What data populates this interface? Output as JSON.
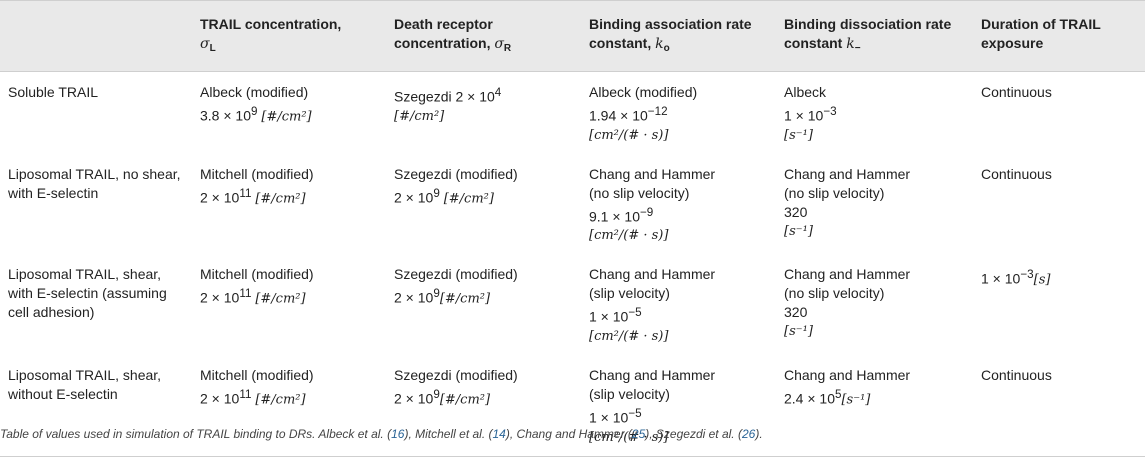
{
  "headers": [
    {
      "text": "",
      "sym": "",
      "sub": ""
    },
    {
      "text": "TRAIL concentration,",
      "sym": "σ",
      "sub": "L"
    },
    {
      "text": "Death receptor concentration,",
      "sym": "σ",
      "sub": "R"
    },
    {
      "text": "Binding association rate constant,",
      "sym": "k",
      "sub": "o"
    },
    {
      "text": "Binding dissociation rate constant",
      "sym": "k",
      "sub": "−"
    },
    {
      "text": "Duration of TRAIL exposure",
      "sym": "",
      "sub": ""
    }
  ],
  "rows": [
    {
      "label": "Soluble TRAIL",
      "sigma_l": {
        "source": "Albeck (modified)",
        "value": "3.8 × 10",
        "exp": "9",
        "unit": "[#/cm²]"
      },
      "sigma_r": {
        "source": "Szegezdi 2 × 10",
        "exp": "4",
        "unit": "[#/cm²]"
      },
      "k_on": {
        "source": "Albeck (modified)",
        "value": "1.94 × 10",
        "exp": "−12",
        "unit": "[cm²/(# · s)]"
      },
      "k_off": {
        "source": "Albeck",
        "value": "1 × 10",
        "exp": "−3",
        "unit": "[s⁻¹]"
      },
      "duration": "Continuous"
    },
    {
      "label": "Liposomal TRAIL, no shear, with E-selectin",
      "sigma_l": {
        "source": "Mitchell (modified)",
        "value": "2 × 10",
        "exp": "11",
        "unit": "[#/cm²]"
      },
      "sigma_r": {
        "source": "Szegezdi (modified)",
        "value": "2 × 10",
        "exp": "9",
        "unit": "[#/cm²]"
      },
      "k_on": {
        "source": "Chang and Hammer",
        "note": "(no slip velocity)",
        "value": "9.1 × 10",
        "exp": "−9",
        "unit": "[cm²/(# · s)]"
      },
      "k_off": {
        "source": "Chang and Hammer",
        "note": "(no slip velocity)",
        "value": "320",
        "unit": "[s⁻¹]"
      },
      "duration": "Continuous"
    },
    {
      "label": "Liposomal TRAIL, shear, with E-selectin (assuming cell adhesion)",
      "sigma_l": {
        "source": "Mitchell (modified)",
        "value": "2 × 10",
        "exp": "11",
        "unit": "[#/cm²]"
      },
      "sigma_r": {
        "source": "Szegezdi (modified)",
        "value": "2 × 10",
        "exp": "9",
        "unit": "[#/cm²]"
      },
      "k_on": {
        "source": "Chang and Hammer",
        "note": "(slip velocity)",
        "value": "1 × 10",
        "exp": "−5",
        "unit": "[cm²/(# · s)]"
      },
      "k_off": {
        "source": "Chang and Hammer",
        "note": "(no slip velocity)",
        "value": "320",
        "unit": "[s⁻¹]"
      },
      "duration": {
        "value": "1 × 10",
        "exp": "−3",
        "unit": "[s]"
      }
    },
    {
      "label": "Liposomal TRAIL, shear, without E-selectin",
      "sigma_l": {
        "source": "Mitchell (modified)",
        "value": "2 × 10",
        "exp": "11",
        "unit": "[#/cm²]"
      },
      "sigma_r": {
        "source": "Szegezdi (modified)",
        "value": "2 × 10",
        "exp": "9",
        "unit": "[#/cm²]"
      },
      "k_on": {
        "source": "Chang and Hammer",
        "note": "(slip velocity)",
        "value": "1 × 10",
        "exp": "−5",
        "unit": "[cm²/(# · s)]"
      },
      "k_off": {
        "source": "Chang and Hammer",
        "value": "2.4 × 10",
        "exp": "5",
        "unit": "[s⁻¹]"
      },
      "duration": "Continuous"
    }
  ],
  "caption": {
    "lead": "Table of values used in simulation of TRAIL  binding to DRs. Albeck et al. (",
    "c1": "16",
    "t1": "), Mitchell et al. (",
    "c2": "14",
    "t2": "), Chang and Hammer (",
    "c3": "25",
    "t3": "), Szegezdi et al. (",
    "c4": "26",
    "t4": ")."
  },
  "colors": {
    "header_bg": "#e9e9e9",
    "rule": "#cfcfcf",
    "link": "#2a6496"
  }
}
